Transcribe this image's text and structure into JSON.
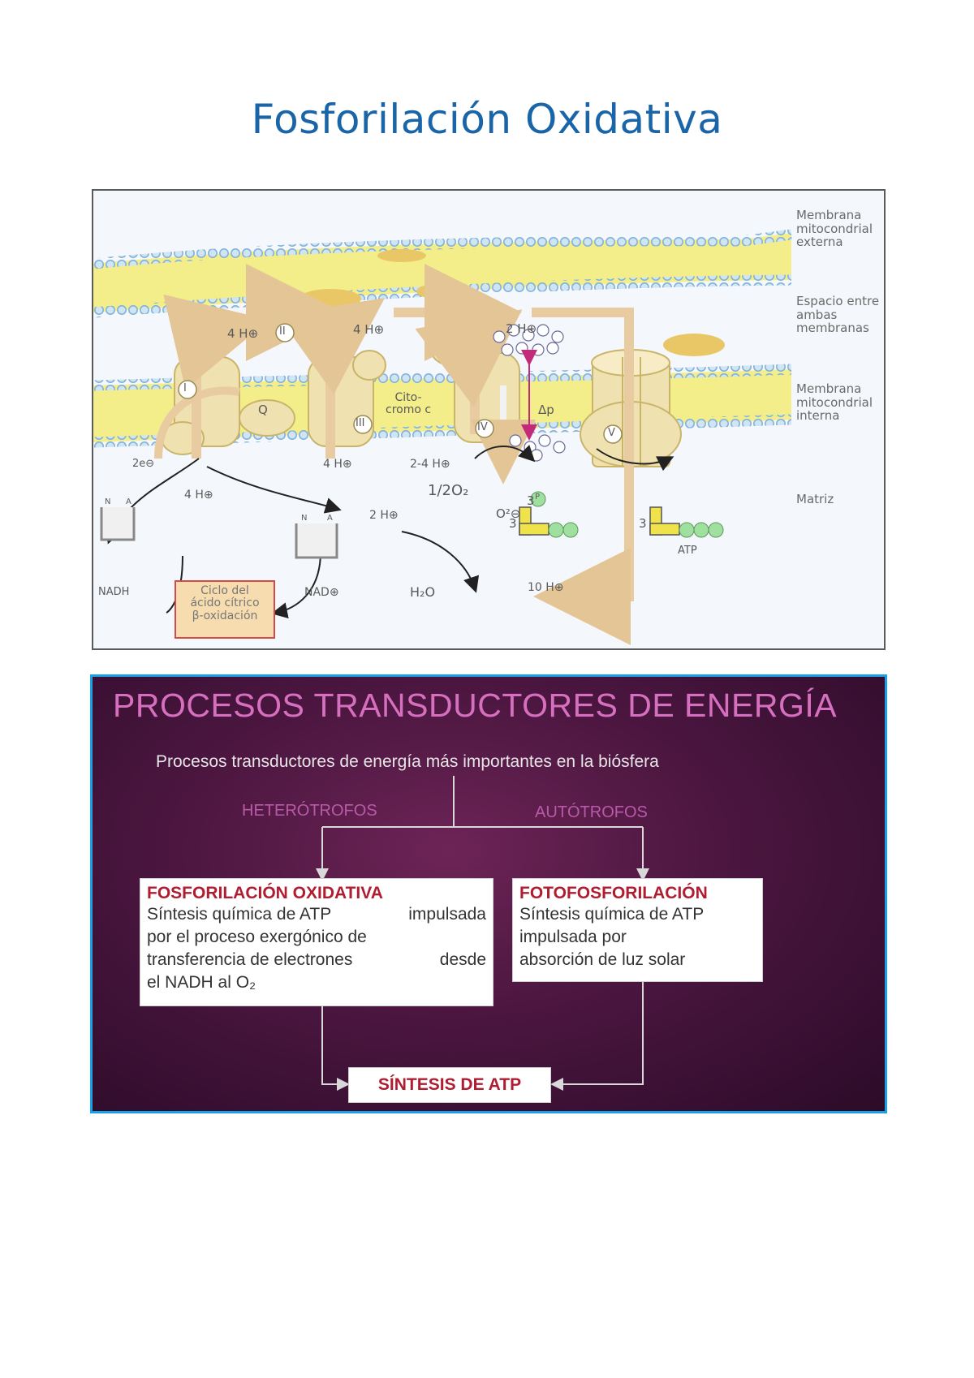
{
  "title": "Fosforilación Oxidativa",
  "figure1": {
    "membrane_labels": {
      "outer": "Membrana\nmitocondrial\nexterna",
      "space": "Espacio entre\nambas\nmembranas",
      "inner": "Membrana\nmitocondrial\ninterna",
      "matrix": "Matriz"
    },
    "complexes": [
      "I",
      "II",
      "III",
      "IV",
      "V"
    ],
    "labels": {
      "h4_top_1": "4 H⊕",
      "h4_top_2": "4 H⊕",
      "h2_top": "2 H⊕",
      "q": "Q",
      "cyto": "Cito-\ncromo c",
      "dp": "Δp",
      "h4_bottom_1": "4 H⊕",
      "h4_bottom_2": "4 H⊕",
      "h24": "2-4 H⊕",
      "h2_bottom": "2 H⊕",
      "o2": "1/2O₂",
      "o2minus": "O²⊖",
      "h2o": "H₂O",
      "two_e": "2e⊖",
      "nadh": "NADH",
      "nad": "NAD⊕",
      "cycle": "Ciclo del\nácido cítrico\nβ-oxidación",
      "three_p": "3",
      "three_adp": "3",
      "three_atp": "3",
      "p": "P",
      "atp": "ATP",
      "h10": "10 H⊕",
      "nadh_a": "A",
      "nadh_n": "N",
      "nad_n": "N",
      "nad_a": "A"
    },
    "colors": {
      "membrane": "#f3ee8a",
      "membrane_heads": "#9ec8e8",
      "protein": "#efe2b0",
      "arrow": "#e9cba2",
      "proton": "#c42a7a"
    }
  },
  "figure2": {
    "title": "PROCESOS TRANSDUCTORES DE ENERGÍA",
    "subtitle": "Procesos transductores de energía más importantes en la biósfera",
    "branch_left": "HETERÓTROFOS",
    "branch_right": "AUTÓTROFOS",
    "box_left": {
      "title": "FOSFORILACIÓN OXIDATIVA",
      "line1": "Síntesis química de ATP",
      "line1b": "impulsada",
      "line2": "por el proceso exergónico de",
      "line3": "transferencia de electrones",
      "line3b": "desde",
      "line4": "el NADH al O₂"
    },
    "box_right": {
      "title": "FOTOFOSFORILACIÓN",
      "line1": "Síntesis química de ATP",
      "line2": "impulsada por",
      "line3": "absorción de luz solar"
    },
    "result": "SÍNTESIS DE ATP"
  }
}
